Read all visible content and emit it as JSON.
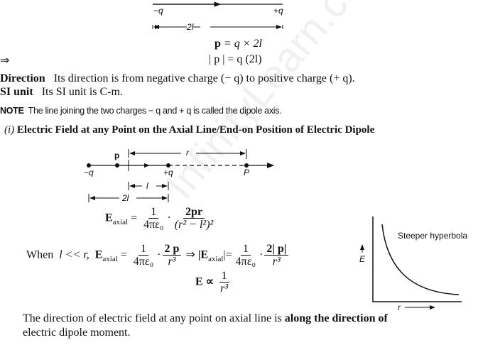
{
  "dipole_figure": {
    "neg_charge": "−q",
    "pos_charge": "+q",
    "separation": "2l"
  },
  "eq_p": {
    "lhs": "p",
    "rhs": "= q × 2l"
  },
  "eq_p_mag": {
    "implies": "⇒",
    "text": "| p | = q (2l)"
  },
  "direction": {
    "label": "Direction",
    "text": "Its direction is from negative charge (− q) to positive charge (+ q)."
  },
  "si_unit": {
    "label": "SI unit",
    "text": "Its SI unit is C-m."
  },
  "note": {
    "label": "NOTE",
    "text": "The line joining the two charges − q and + q is called the dipole axis."
  },
  "heading": {
    "number": "(i)",
    "text": "Electric Field at any Point on the Axial Line/End-on Position of Electric Dipole"
  },
  "axial_figure": {
    "neg": "−q",
    "dipole": "p",
    "pos": "+q",
    "point": "P",
    "r": "r",
    "l": "l",
    "two_l": "2l"
  },
  "formula1": {
    "E": "E",
    "sub": "axial",
    "one": "1",
    "den1": "4πε₀",
    "num2": "2pr",
    "den2": "(r² − l²)²"
  },
  "formula2": {
    "when": "When",
    "cond": "l << r,",
    "E": "E",
    "sub": "axial",
    "one": "1",
    "den1": "4πε₀",
    "num2": "2 p",
    "den2": "r³",
    "implies": "⇒",
    "absE": "|E",
    "abs_end": "|",
    "num3": "2| p|"
  },
  "formula3": {
    "lhs": "E ∝",
    "one": "1",
    "den": "r³"
  },
  "graph": {
    "label": "Steeper hyperbola",
    "y_axis": "E",
    "x_axis": "r"
  },
  "conclusion": {
    "text1": "The direction of electric field at any point on axial line is ",
    "bold": "along the direction of",
    "text2": "electric dipole moment."
  },
  "watermark": "InfinityLearn.com"
}
